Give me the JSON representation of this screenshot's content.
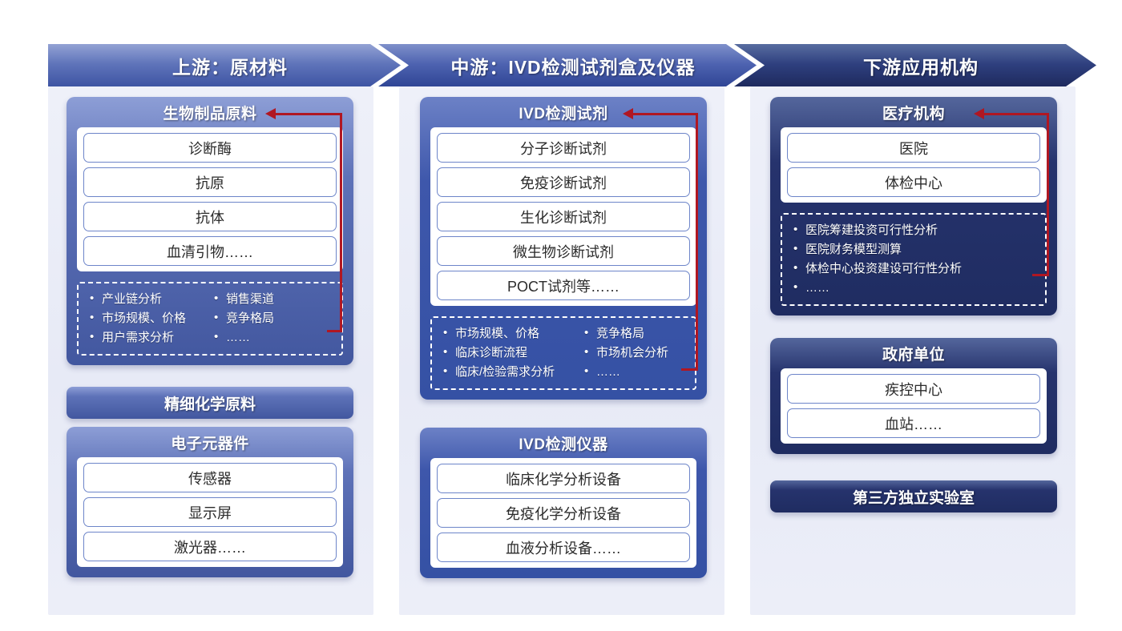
{
  "headers": [
    {
      "label": "上游：原材料"
    },
    {
      "label": "中游：IVD检测试剂盒及仪器"
    },
    {
      "label": "下游应用机构"
    }
  ],
  "columns": [
    {
      "id": "upstream",
      "groups": [
        {
          "title": "生物制品原料",
          "items": [
            "诊断酶",
            "抗原",
            "抗体",
            "血清引物……"
          ],
          "note": {
            "left": [
              "产业链分析",
              "市场规模、价格",
              "用户需求分析"
            ],
            "right": [
              "销售渠道",
              "竞争格局",
              "……"
            ]
          }
        },
        {
          "title": "精细化学原料",
          "items": [],
          "note": null
        },
        {
          "title": "电子元器件",
          "items": [
            "传感器",
            "显示屏",
            "激光器……"
          ],
          "note": null
        }
      ]
    },
    {
      "id": "midstream",
      "groups": [
        {
          "title": "IVD检测试剂",
          "items": [
            "分子诊断试剂",
            "免疫诊断试剂",
            "生化诊断试剂",
            "微生物诊断试剂",
            "POCT试剂等……"
          ],
          "note": {
            "left": [
              "市场规模、价格",
              "临床诊断流程",
              "临床/检验需求分析"
            ],
            "right": [
              "竞争格局",
              "市场机会分析",
              "……"
            ]
          }
        },
        {
          "title": "IVD检测仪器",
          "items": [
            "临床化学分析设备",
            "免疫化学分析设备",
            "血液分析设备……"
          ],
          "note": null
        }
      ]
    },
    {
      "id": "downstream",
      "groups": [
        {
          "title": "医疗机构",
          "items": [
            "医院",
            "体检中心"
          ],
          "note": {
            "left": [
              "医院筹建投资可行性分析",
              "医院财务模型测算",
              "体检中心投资建设可行性分析",
              "……"
            ],
            "right": []
          }
        },
        {
          "title": "政府单位",
          "items": [
            "疾控中心",
            "血站……"
          ],
          "note": null
        },
        {
          "title": "第三方独立实验室",
          "items": [],
          "note": null
        }
      ]
    }
  ],
  "connectors": [
    {
      "name": "upstream-feedback-arrow",
      "color": "#b01722"
    },
    {
      "name": "midstream-feedback-arrow",
      "color": "#b01722"
    },
    {
      "name": "downstream-feedback-arrow",
      "color": "#b01722"
    }
  ],
  "colors": {
    "accent_light": "#5e72b8",
    "accent_mid": "#3e57ab",
    "accent_dark": "#26336d",
    "panel_bg": "#e8ebf6",
    "connector_red": "#b01722"
  }
}
